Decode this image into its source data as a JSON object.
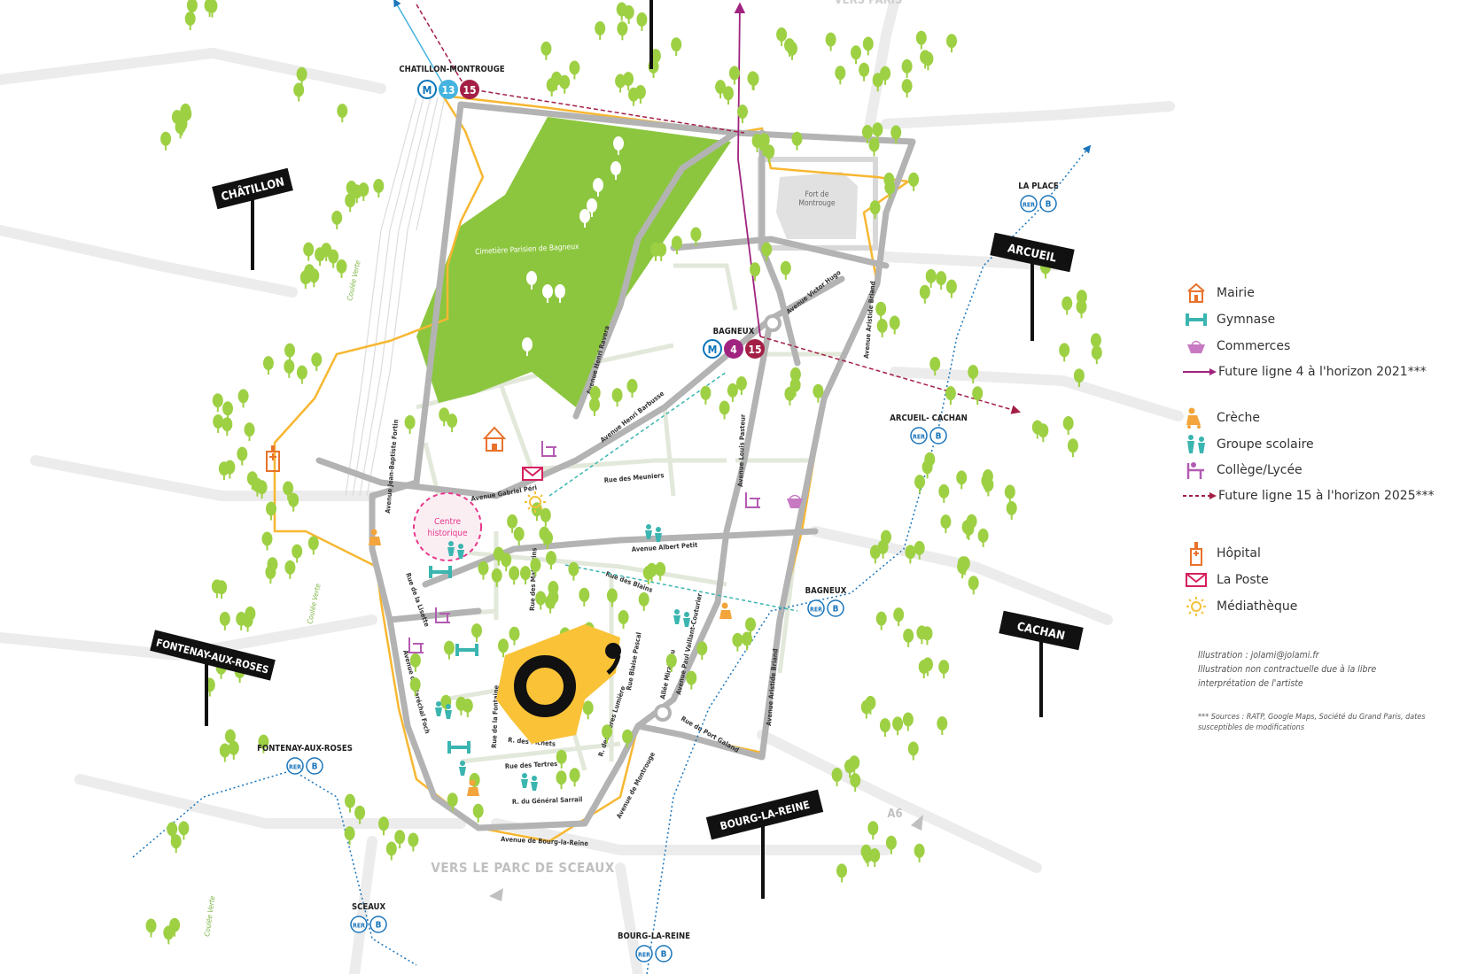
{
  "cities": [
    {
      "name": "CHÂTILLON"
    },
    {
      "name": "ARCUEIL"
    },
    {
      "name": "FONTENAY-AUX-ROSES"
    },
    {
      "name": "CACHAN"
    },
    {
      "name": "BOURG-LA-REINE"
    }
  ],
  "stations": [
    {
      "name": "CHATILLON-MONTROUGE",
      "lines": [
        "M",
        "13",
        "15"
      ]
    },
    {
      "name": "BAGNEUX",
      "lines": [
        "M",
        "4",
        "15"
      ]
    },
    {
      "name": "LA PLACE",
      "lines": [
        "RER",
        "B"
      ]
    },
    {
      "name": "ARCUEIL- CACHAN",
      "lines": [
        "RER",
        "B"
      ]
    },
    {
      "name": "BAGNEUX",
      "lines": [
        "RER",
        "B"
      ]
    },
    {
      "name": "FONTENAY-AUX-ROSES",
      "lines": [
        "RER",
        "B"
      ]
    },
    {
      "name": "SCEAUX",
      "lines": [
        "RER",
        "B"
      ]
    },
    {
      "name": "BOURG-LA-REINE",
      "lines": [
        "RER",
        "B"
      ]
    }
  ],
  "places": {
    "cemetery": "Cimetière Parisien de Bagneux",
    "fort": [
      "Fort de",
      "Montrouge"
    ],
    "historic_center": [
      "Centre",
      "historique"
    ],
    "vers_sceaux": "VERS LE PARC DE SCEAUX",
    "vers_paris": "VERS PARIS",
    "a6": "A6",
    "coulee_verte": "Coulée Verte"
  },
  "streets": [
    "Avenue Henri Ravera",
    "Avenue Victor Hugo",
    "Avenue Aristide Briand",
    "Avenue Henri Barbusse",
    "Avenue Jean-Baptiste Fortin",
    "Avenue Gabriel Péri",
    "Rue des Meuniers",
    "Avenue Louis Pasteur",
    "Avenue Albert Petit",
    "Rue des Blains",
    "Rue de la Lisette",
    "Rue des Mathurins",
    "Avenue du Maréchal Foch",
    "Rue de la Fontaine",
    "R. des Pichets",
    "Rue des Tertres",
    "R. du Général Sarrail",
    "Rue Blaise Pascal",
    "R. des Frères Lumière",
    "Allée Mirabeau",
    "Avenue Paul Vaillant-Couturier",
    "Rue du Port Galand",
    "Avenue de Montrouge",
    "Avenue de Bourg-la-Reine",
    "Avenue Aristide Briand"
  ],
  "legend": {
    "items": [
      {
        "icon": "mairie-icon",
        "label": "Mairie"
      },
      {
        "icon": "gymnase-icon",
        "label": "Gymnase"
      },
      {
        "icon": "commerces-icon",
        "label": "Commerces"
      },
      {
        "icon": "purple-arrow-icon",
        "label": "Future ligne 4  à l'horizon 2021***"
      },
      {
        "icon": "creche-icon",
        "label": "Crèche"
      },
      {
        "icon": "groupe-scolaire-icon",
        "label": "Groupe scolaire"
      },
      {
        "icon": "college-icon",
        "label": "Collège/Lycée"
      },
      {
        "icon": "dashed-arrow-icon",
        "label": "Future ligne 15  à l'horizon 2025***"
      },
      {
        "icon": "hopital-icon",
        "label": "Hôpital"
      },
      {
        "icon": "poste-icon",
        "label": "La Poste"
      },
      {
        "icon": "mediatheque-icon",
        "label": "Médiathèque"
      }
    ],
    "credits": [
      "Illustration : jolami@jolami.fr",
      "Illustration non contractuelle due à la libre",
      "interprétation de l'artiste"
    ],
    "sources": "*** Sources : RATP, Google Maps, Société du Grand Paris, dates susceptibles de modifications"
  },
  "colors": {
    "cemetery": "#8cc63f",
    "tree": "#9ed044",
    "main_road": "#b3b3b3",
    "boundary": "#f7b731",
    "metro_blue": "#0a74b9",
    "line13": "#45b3e0",
    "line15": "#a31f45",
    "line4": "#a0237f",
    "rer": "#1a75bb",
    "logo_yellow": "#f9c237"
  }
}
